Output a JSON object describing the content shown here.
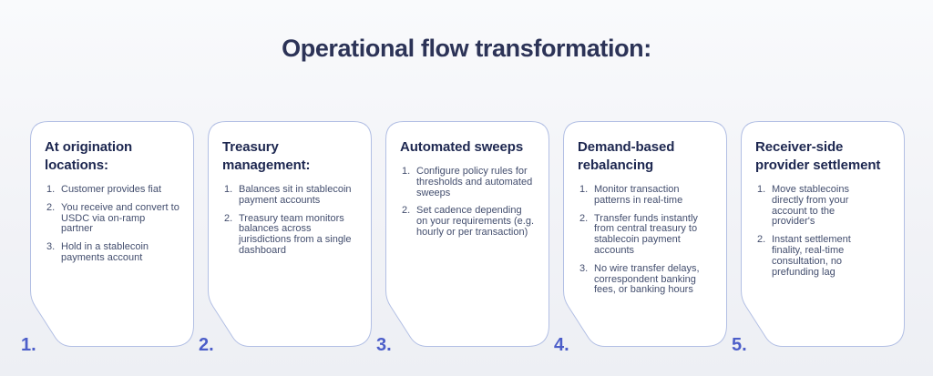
{
  "page": {
    "title": "Operational flow transformation:"
  },
  "colors": {
    "background_top": "#f9fafc",
    "background_bottom": "#edeff4",
    "card_fill": "#ffffff",
    "card_border": "#b2bfe4",
    "title_navy": "#2c3357",
    "heading_navy": "#1d2750",
    "body_slate": "#434e6e",
    "step_number_blue": "#4c5ec9"
  },
  "cards": [
    {
      "number": "1.",
      "title": "At origination locations:",
      "items": [
        "Customer provides fiat",
        "You receive and convert to USDC via on-ramp partner",
        "Hold in a stablecoin payments account"
      ]
    },
    {
      "number": "2.",
      "title": "Treasury management:",
      "items": [
        "Balances sit in stablecoin payment accounts",
        "Treasury team monitors balances across jurisdictions from a single dashboard"
      ]
    },
    {
      "number": "3.",
      "title": "Automated sweeps",
      "items": [
        "Configure policy rules for thresholds and automated sweeps",
        "Set cadence depending on your requirements (e.g. hourly or per transaction)"
      ]
    },
    {
      "number": "4.",
      "title": "Demand-based rebalancing",
      "items": [
        "Monitor transaction patterns in real-time",
        "Transfer funds instantly from central treasury to stablecoin payment accounts",
        "No wire transfer delays, correspondent banking fees, or banking hours"
      ]
    },
    {
      "number": "5.",
      "title": "Receiver-side provider settlement",
      "items": [
        "Move stablecoins directly from your account to the provider's",
        "Instant settlement finality, real-time consultation, no prefunding lag"
      ]
    }
  ]
}
